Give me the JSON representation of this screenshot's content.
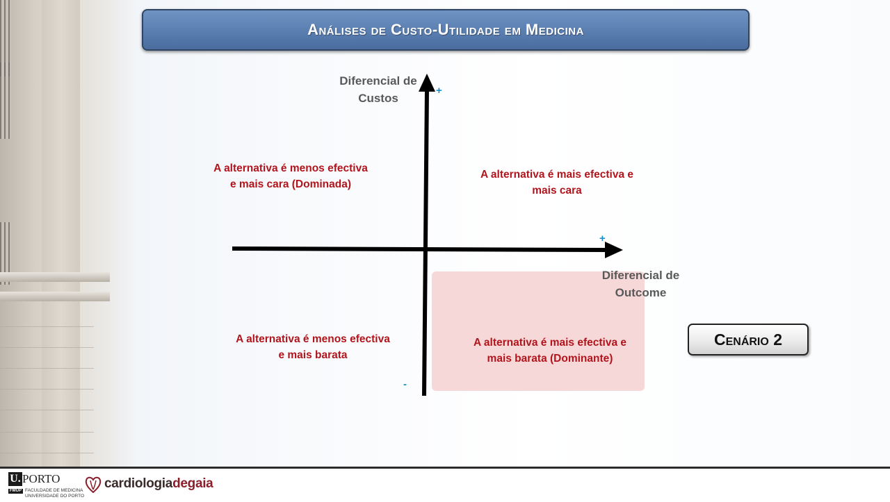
{
  "slide": {
    "title": "Análises de Custo-Utilidade em Medicina",
    "scenario_label": "Cenário 2"
  },
  "diagram": {
    "y_axis_label_line1": "Diferencial de",
    "y_axis_label_line2": "Custos",
    "x_axis_label_line1": "Diferencial de",
    "x_axis_label_line2": "Outcome",
    "y_plus": "+",
    "x_plus": "+",
    "y_minus": "-",
    "quadrants": {
      "top_left_line1": "A alternativa é menos efectiva",
      "top_left_line2": "e mais cara (Dominada)",
      "top_right_line1": "A alternativa é mais efectiva e",
      "top_right_line2": "mais cara",
      "bottom_left_line1": "A alternativa é menos efectiva",
      "bottom_left_line2": "e mais barata",
      "bottom_right_line1": "A alternativa é mais efectiva e",
      "bottom_right_line2": "mais barata (Dominante)"
    },
    "highlighted_quadrant": "bottom-right",
    "highlight_color": "#f7d6d6",
    "text_color": "#b2141c"
  },
  "footer": {
    "uporto_u": "U.",
    "uporto_name": "PORTO",
    "fmup_tag": "FMUP",
    "fmup_line1": "FACULDADE DE MEDICINA",
    "fmup_line2": "UNIVERSIDADE DO PORTO",
    "brand_part1": "cardiologia",
    "brand_part2": "degaia"
  }
}
